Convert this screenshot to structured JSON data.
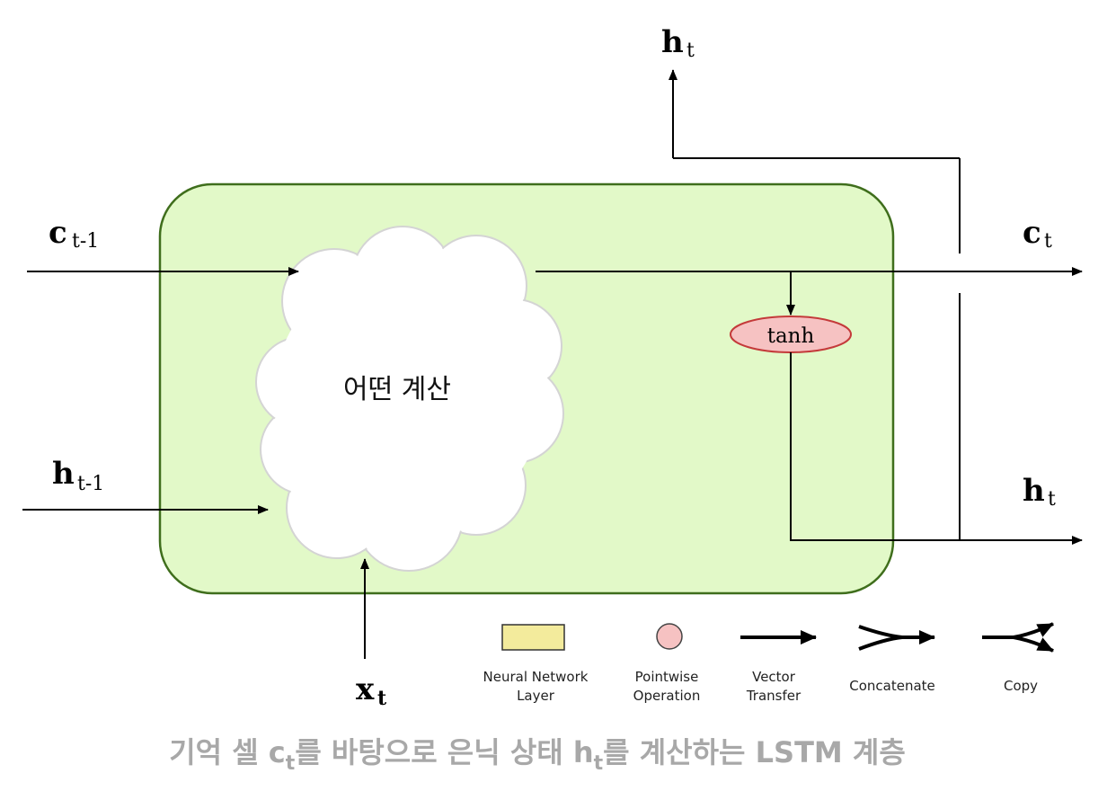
{
  "labels": {
    "h_top": "h",
    "h_top_sub": "t",
    "c_in": "c",
    "c_in_sub": "t-1",
    "c_out": "c",
    "c_out_sub": "t",
    "h_in": "h",
    "h_in_sub": "t-1",
    "h_out": "h",
    "h_out_sub": "t",
    "x_in": "x",
    "x_in_sub": "t"
  },
  "cloud_text": "어떤 계산",
  "tanh_label": "tanh",
  "legend": {
    "nn_layer_line1": "Neural Network",
    "nn_layer_line2": "Layer",
    "pointwise_line1": "Pointwise",
    "pointwise_line2": "Operation",
    "vector_line1": "Vector",
    "vector_line2": "Transfer",
    "concatenate": "Concatenate",
    "copy": "Copy"
  },
  "caption": {
    "part1": "기억 셀 c",
    "sub1": "t",
    "part2": "를 바탕으로 은닉 상태 h",
    "sub2": "t",
    "part3": "를 계산하는 LSTM 계층"
  },
  "colors": {
    "cell_fill": "#e2f9c8",
    "cell_stroke": "#3f6e1c",
    "tanh_fill": "#f6c2c2",
    "tanh_stroke": "#c43a3a",
    "nn_fill": "#f3eb9c",
    "caption": "#a8a8a8"
  }
}
